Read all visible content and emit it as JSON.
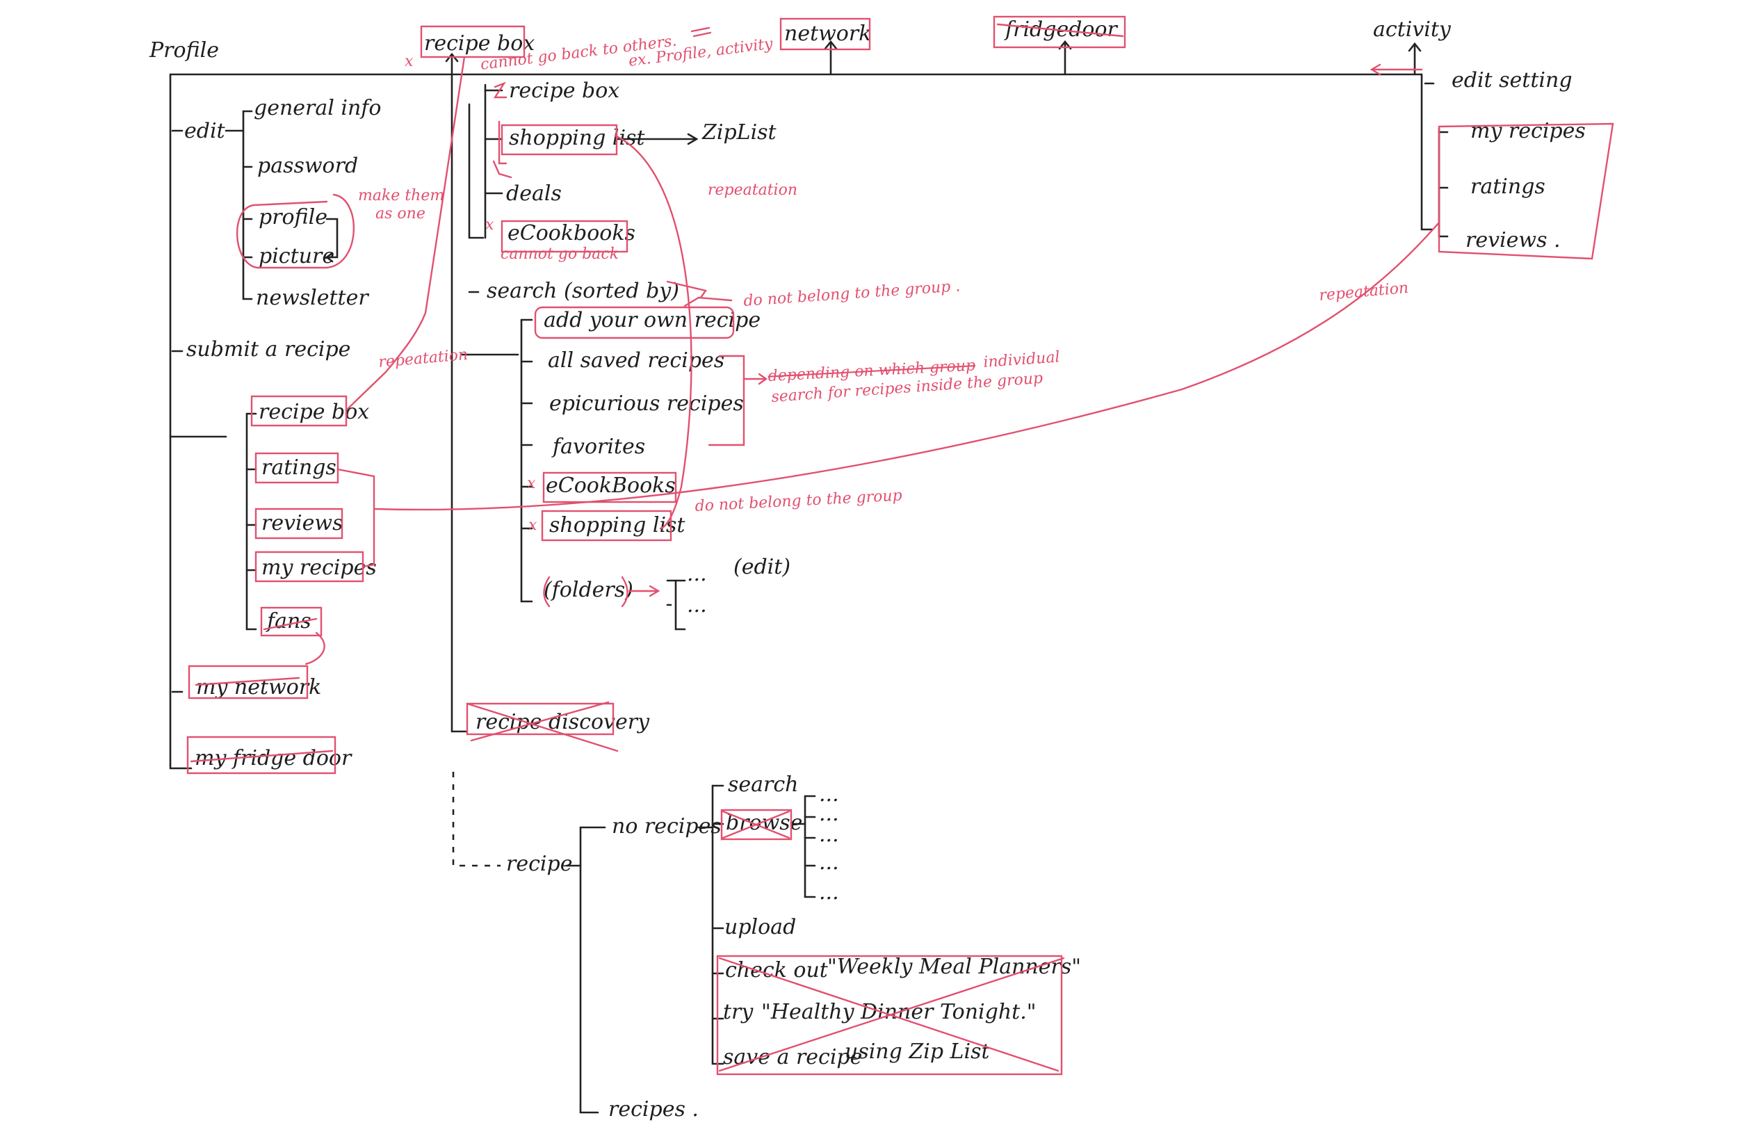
{
  "diagram": {
    "top_nav": {
      "profile": "Profile",
      "recipe_box": "recipe box",
      "network": "network",
      "fridgedoor": "fridgedoor",
      "activity": "activity"
    },
    "profile_menu": {
      "edit": "edit",
      "edit_items": [
        "general info",
        "password",
        "profile",
        "picture",
        "newsletter"
      ],
      "submit": "submit a recipe",
      "group": [
        "recipe box",
        "ratings",
        "reviews",
        "my recipes",
        "fans"
      ],
      "my_network": "my network",
      "my_fridge_door": "my fridge door"
    },
    "recipe_box_menu": {
      "items": [
        "recipe box",
        "shopping list",
        "deals",
        "eCookbooks"
      ],
      "ziplist": "ZipList",
      "search": "search (sorted by)",
      "search_items": [
        "add your own recipe",
        "all saved recipes",
        "epicurious recipes",
        "favorites",
        "eCookBooks",
        "shopping list"
      ],
      "folders": "(folders)",
      "edit": "(edit)",
      "ellipsis": "...",
      "recipe_discovery": "recipe discovery"
    },
    "recipe_menu": {
      "recipe": "recipe",
      "no_recipes": "no recipes",
      "search": "search",
      "browse": "browse",
      "upload": "upload",
      "check_out": "check out",
      "weekly": "\"Weekly Meal Planners\"",
      "try": "try",
      "healthy": "\"Healthy Dinner Tonight.\"",
      "save": "save a recipe",
      "using": "using Zip List",
      "recipes": "recipes ."
    },
    "activity_menu": {
      "edit_setting": "edit setting",
      "items": [
        "my recipes",
        "ratings",
        "reviews ."
      ]
    },
    "annotations": {
      "cannot_go_back_others": "cannot go back to others.",
      "example": "ex. Profile, activity",
      "make_them_as_one": [
        "make them",
        "as one"
      ],
      "repeatation": "repeatation",
      "cannot_go_back": "cannot go back",
      "do_not_belong_1": "do not belong to the group .",
      "depending_on_which_group": "depending on which group",
      "individual": "individual",
      "search_inside_group": "search for recipes inside the group",
      "do_not_belong_2": "do not belong to the group",
      "x_mark": "x"
    },
    "colors": {
      "ink": "#222222",
      "annotation": "#e2506e",
      "paper": "#ffffff"
    }
  }
}
